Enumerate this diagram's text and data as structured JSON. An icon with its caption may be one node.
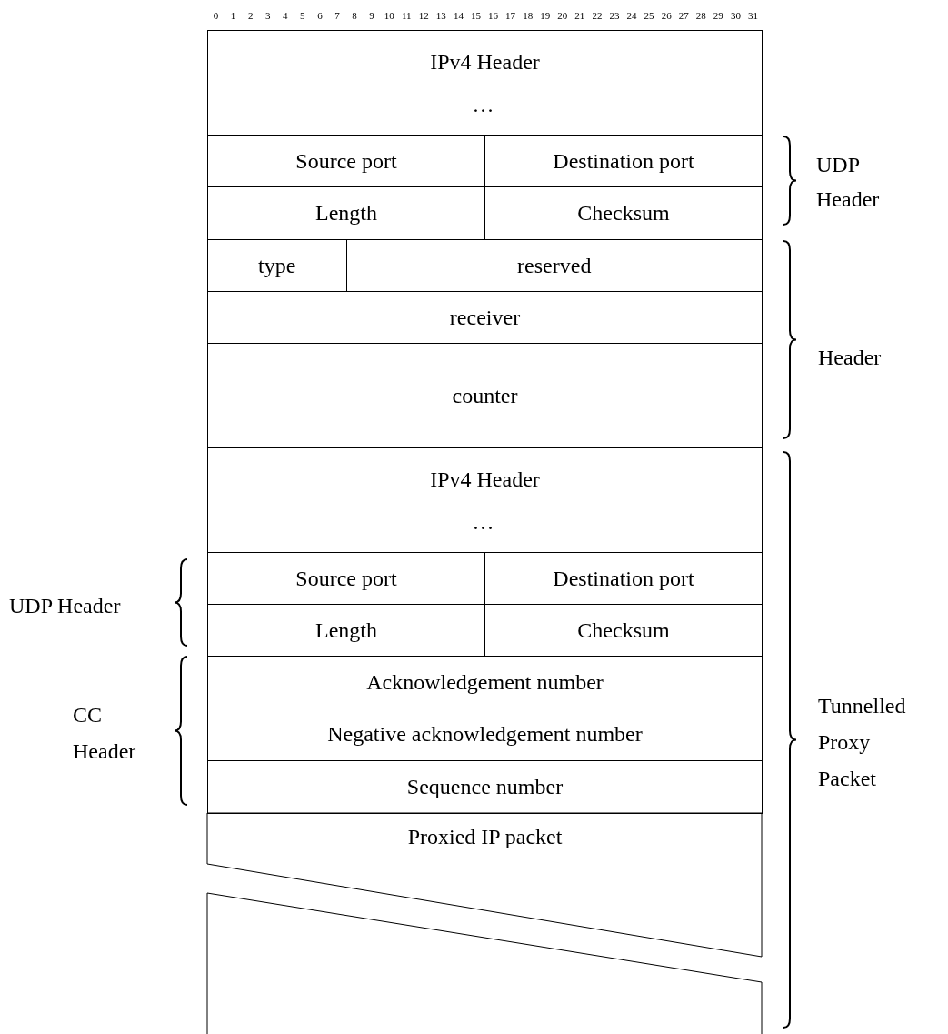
{
  "diagram": {
    "nodes": [
      {
        "text": [
          "IPv4 Header",
          "…"
        ]
      },
      {
        "text": [
          "Source port"
        ]
      },
      {
        "text": [
          "Destination port"
        ]
      },
      {
        "text": [
          "Length"
        ]
      },
      {
        "text": [
          "Checksum"
        ]
      },
      {
        "text": [
          "type"
        ]
      },
      {
        "text": [
          "reserved"
        ]
      },
      {
        "text": [
          "receiver"
        ]
      },
      {
        "text": [
          "counter"
        ]
      },
      {
        "text": [
          "IPv4 Header",
          "…"
        ]
      },
      {
        "text": [
          "Source port"
        ]
      },
      {
        "text": [
          "Destination port"
        ]
      },
      {
        "text": [
          "Length"
        ]
      },
      {
        "text": [
          "Checksum"
        ]
      },
      {
        "text": [
          "Acknowledgement number"
        ]
      },
      {
        "text": [
          "Negative acknowledgement number"
        ]
      },
      {
        "text": [
          "Sequence number"
        ]
      },
      {
        "text": [
          "Proxied IP packet"
        ]
      },
      {
        "text": [],
        "shape": "box"
      }
    ],
    "labels": [
      "0",
      "1",
      "2",
      "3",
      "4",
      "5",
      "6",
      "7",
      "8",
      "9",
      "10",
      "11",
      "12",
      "13",
      "14",
      "15",
      "16",
      "17",
      "18",
      "19",
      "20",
      "21",
      "22",
      "23",
      "24",
      "25",
      "26",
      "27",
      "28",
      "29",
      "30",
      "31",
      "UDP Header",
      "Header",
      "UDP Header",
      "Tunnelled Proxy Packet",
      "CC Header"
    ]
  }
}
